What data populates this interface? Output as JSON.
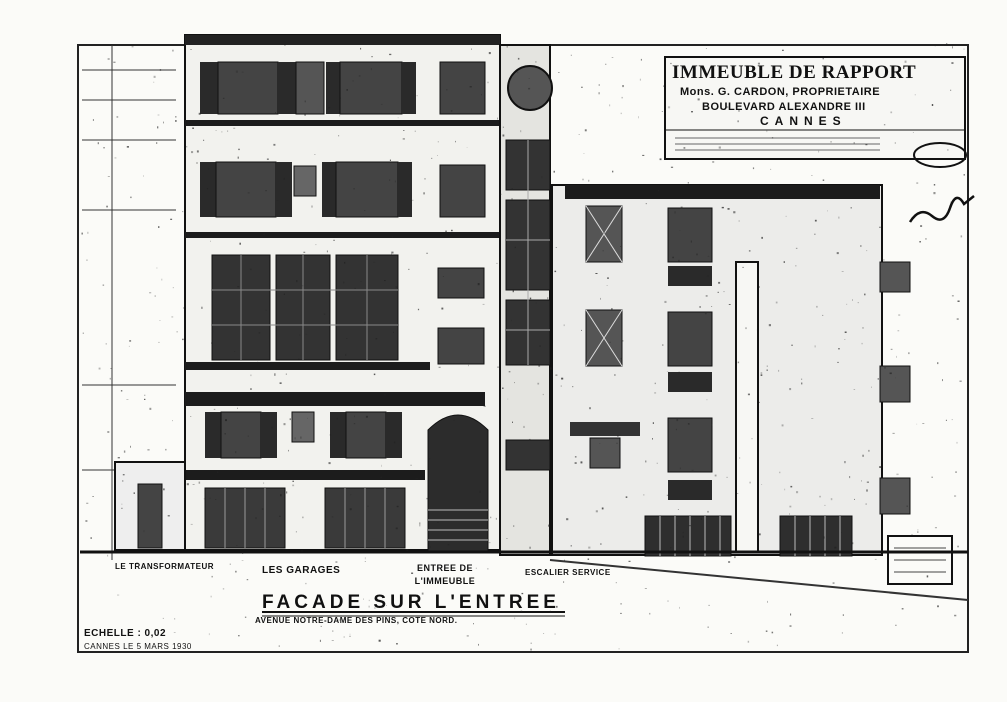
{
  "title_block": {
    "title": "IMMEUBLE DE RAPPORT",
    "owner": "Mons. G. CARDON, PROPRIETAIRE",
    "address": "BOULEVARD ALEXANDRE III",
    "city": "CANNES"
  },
  "drawing": {
    "main_title": "FACADE SUR L'ENTREE",
    "subtitle": "AVENUE NOTRE-DAME DES PINS, COTE NORD.",
    "scale": "ECHELLE : 0,02",
    "dated": "CANNES LE 5 MARS 1930"
  },
  "labels": {
    "garages": "LES GARAGES",
    "entrance": "ENTREE DE L'IMMEUBLE",
    "transformer": "LE TRANSFORMATEUR",
    "service_stair": "ESCALIER SERVICE"
  }
}
